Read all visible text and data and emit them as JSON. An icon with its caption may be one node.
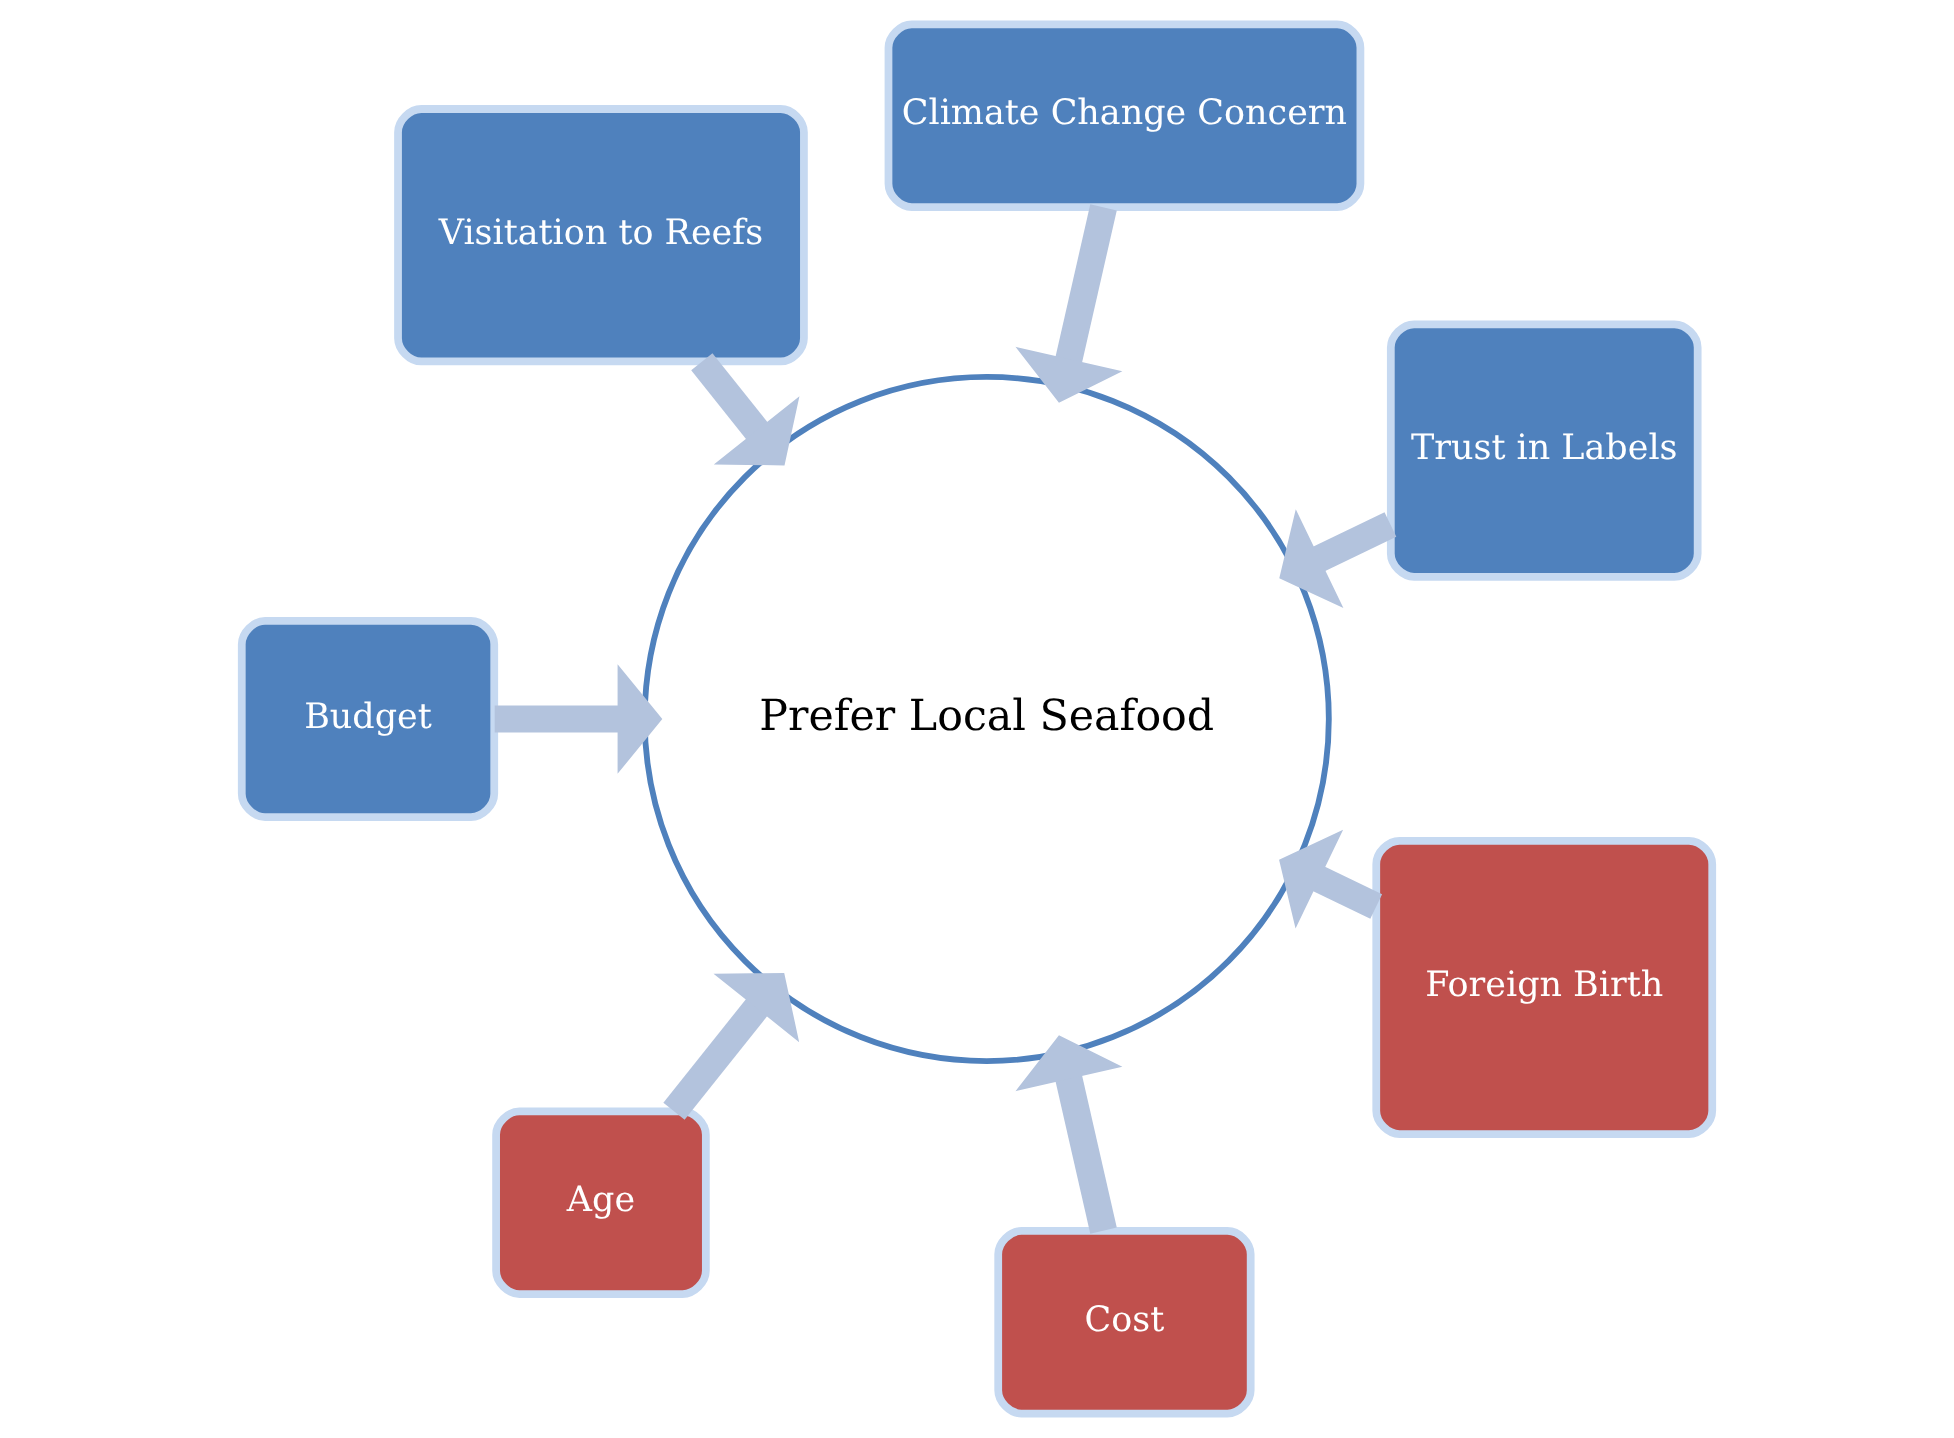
{
  "diagram": {
    "nodes": [
      {
        "text": [
          "Prefer Local Seafood"
        ]
      },
      {
        "text": [
          "Trust in Labels"
        ]
      },
      {
        "text": [
          "Climate Change Concern"
        ]
      },
      {
        "text": [
          "Visitation to Reefs"
        ]
      },
      {
        "text": [
          "Budget"
        ]
      },
      {
        "text": [
          "Age"
        ]
      },
      {
        "text": [
          "Cost"
        ]
      },
      {
        "text": [
          "Foreign Birth"
        ]
      }
    ],
    "edges": [
      {
        "from": 1,
        "to": 0,
        "arrow": "to"
      },
      {
        "from": 2,
        "to": 0,
        "arrow": "to"
      },
      {
        "from": 3,
        "to": 0,
        "arrow": "to"
      },
      {
        "from": 4,
        "to": 0,
        "arrow": "to"
      },
      {
        "from": 5,
        "to": 0,
        "arrow": "to"
      },
      {
        "from": 6,
        "to": 0,
        "arrow": "to"
      },
      {
        "from": 7,
        "to": 0,
        "arrow": "to"
      }
    ]
  }
}
